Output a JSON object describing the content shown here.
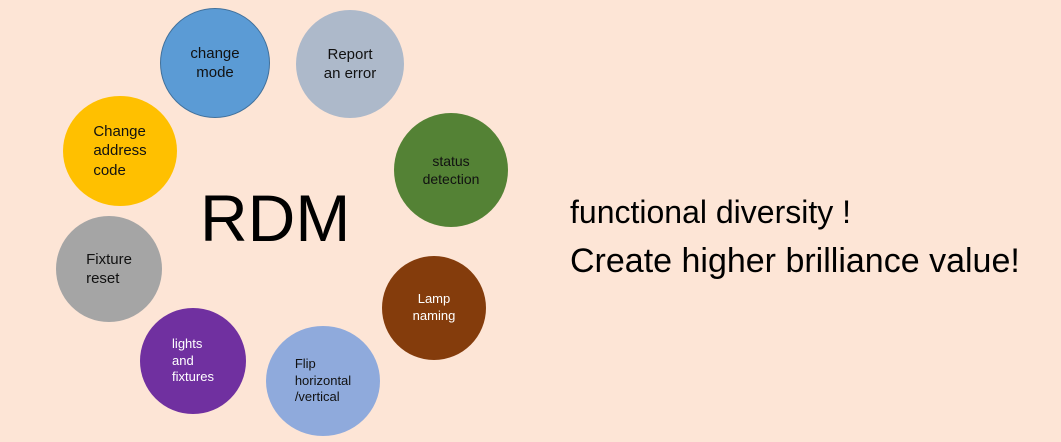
{
  "center_label": "RDM",
  "nodes": [
    {
      "id": "change-mode",
      "lines": "change\nmode",
      "color": "#5b9bd5",
      "text_color": "#111111"
    },
    {
      "id": "report-an-error",
      "lines": "Report\nan error",
      "color": "#adb9ca",
      "text_color": "#111111"
    },
    {
      "id": "status-detection",
      "lines": "status\ndetection",
      "color": "#548235",
      "text_color": "#111111"
    },
    {
      "id": "lamp-naming",
      "lines": "Lamp\nnaming",
      "color": "#843c0c",
      "text_color": "#ffffff"
    },
    {
      "id": "flip-horizontal-vertical",
      "lines": "Flip\nhorizontal\n/vertical",
      "color": "#8faadc",
      "text_color": "#111111"
    },
    {
      "id": "lights-and-fixtures",
      "lines": "lights\nand\nfixtures",
      "color": "#7030a0",
      "text_color": "#ffffff"
    },
    {
      "id": "fixture-reset",
      "lines": "Fixture\nreset",
      "color": "#a5a5a5",
      "text_color": "#111111"
    },
    {
      "id": "change-address-code",
      "lines": "Change\naddress\ncode",
      "color": "#ffc000",
      "text_color": "#111111"
    }
  ],
  "tagline": {
    "line1": "functional diversity !",
    "line2": "Create higher brilliance value!"
  }
}
